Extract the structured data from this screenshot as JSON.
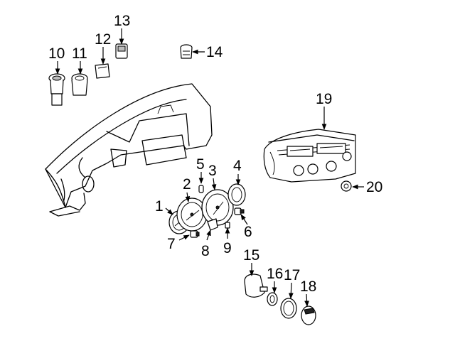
{
  "callouts": {
    "c1": "1",
    "c2": "2",
    "c3": "3",
    "c4": "4",
    "c5": "5",
    "c6": "6",
    "c7": "7",
    "c8": "8",
    "c9": "9",
    "c10": "10",
    "c11": "11",
    "c12": "12",
    "c13": "13",
    "c14": "14",
    "c15": "15",
    "c16": "16",
    "c17": "17",
    "c18": "18",
    "c19": "19",
    "c20": "20"
  },
  "colors": {
    "line": "#000000",
    "background": "#ffffff",
    "shade": "#bdbdbd"
  }
}
